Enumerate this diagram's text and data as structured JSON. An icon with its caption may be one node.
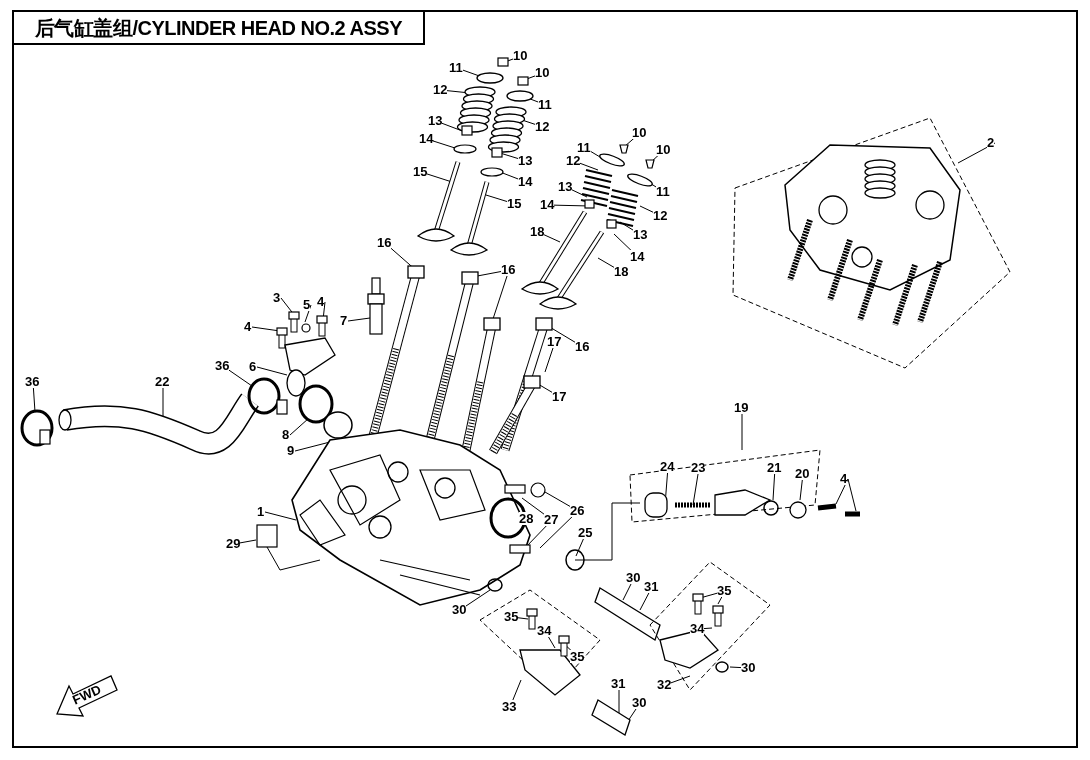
{
  "diagram": {
    "title": "后气缸盖组/CYLINDER HEAD NO.2 ASSY",
    "labels": [
      "10",
      "10",
      "11",
      "11",
      "12",
      "12",
      "13",
      "13",
      "14",
      "14",
      "15",
      "15",
      "10",
      "11",
      "10",
      "11",
      "12",
      "12",
      "13",
      "13",
      "14",
      "14",
      "2",
      "18",
      "16",
      "16",
      "18",
      "3",
      "5",
      "4",
      "4",
      "7",
      "16",
      "17",
      "36",
      "6",
      "36",
      "22",
      "17",
      "19",
      "8",
      "9",
      "24",
      "23",
      "21",
      "20",
      "4",
      "1",
      "28",
      "27",
      "26",
      "29",
      "25",
      "30",
      "31",
      "35",
      "30",
      "35",
      "34",
      "34",
      "35",
      "30",
      "31",
      "32",
      "30",
      "33",
      "FWD"
    ]
  }
}
